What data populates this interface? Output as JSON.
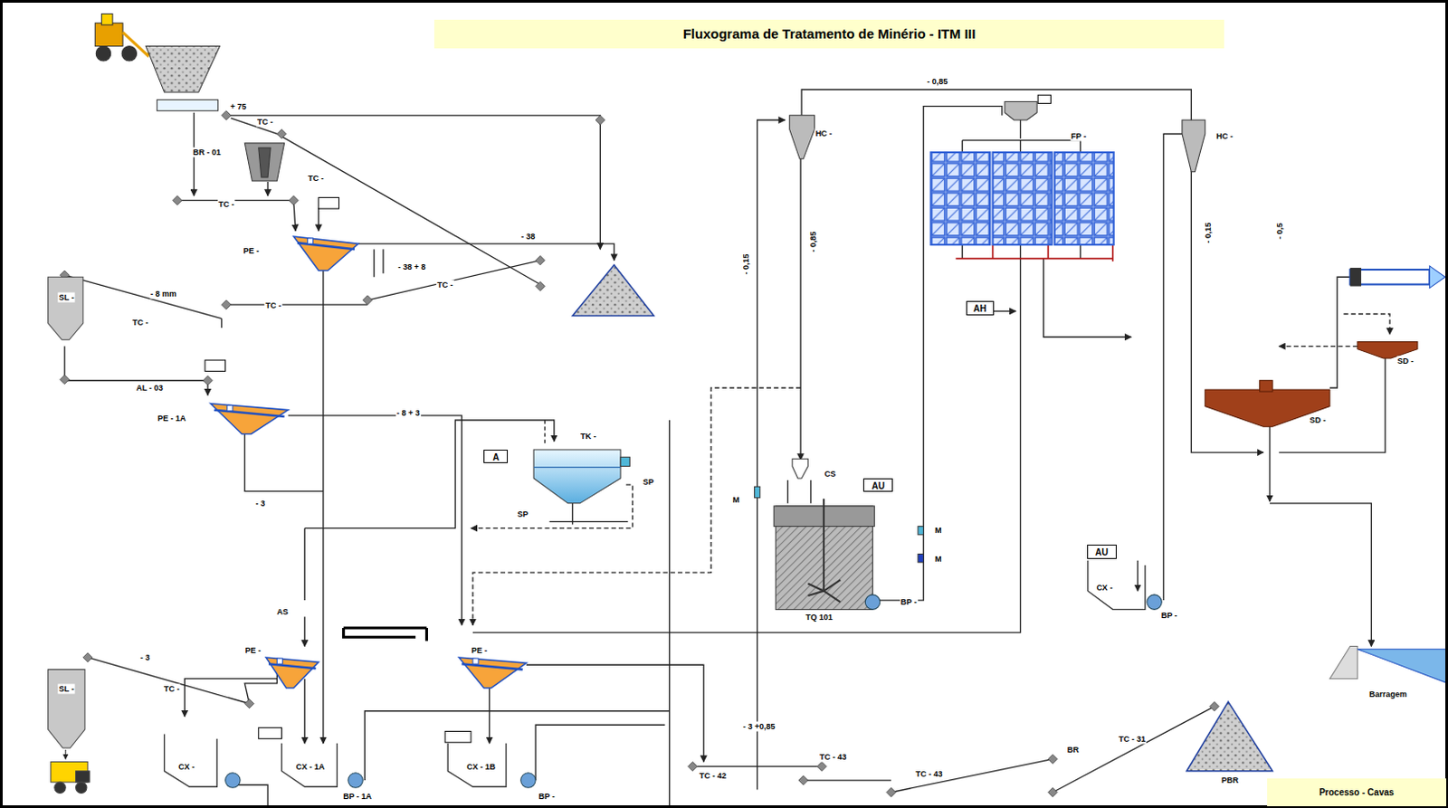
{
  "diagram": {
    "title": "Fluxograma de Tratamento de Minério - ITM III",
    "nodes": [
      {
        "text": [
          "A"
        ]
      },
      {
        "text": [
          "AU"
        ]
      },
      {
        "text": [
          "AH"
        ]
      },
      {
        "text": [
          "AU"
        ]
      },
      {
        "text": [
          "Processo - Cavas"
        ]
      }
    ],
    "labels": [
      "+ 75",
      "TC -",
      "BR - 01",
      "TC -",
      "TC -",
      "PE -",
      "- 38",
      "- 38 + 8",
      "TC -",
      "TC -",
      "- 8 mm",
      "TC -",
      "SL -",
      "AL - 03",
      "PE - 1A",
      "- 8 + 3",
      "TK -",
      "SP",
      "SP",
      "- 3",
      "AS",
      "- 3",
      "TC -",
      "SL -",
      "PE -",
      "PE -",
      "CX -",
      "CX - 1A",
      "BP - 1A",
      "CX - 1B",
      "BP -",
      "- 3 +0,85",
      "TC - 42",
      "TC - 43",
      "TC - 43",
      "BR",
      "TC - 31",
      "PBR",
      "- 0,85",
      "HC -",
      "- 0,85",
      "- 0,15",
      "FP -",
      "HC -",
      "- 0,15",
      "- 0,5",
      "SD -",
      "SD -",
      "CS",
      "TQ 101",
      "BP -",
      "M",
      "M",
      "M",
      "CX -",
      "BP -",
      "Barragem"
    ]
  }
}
